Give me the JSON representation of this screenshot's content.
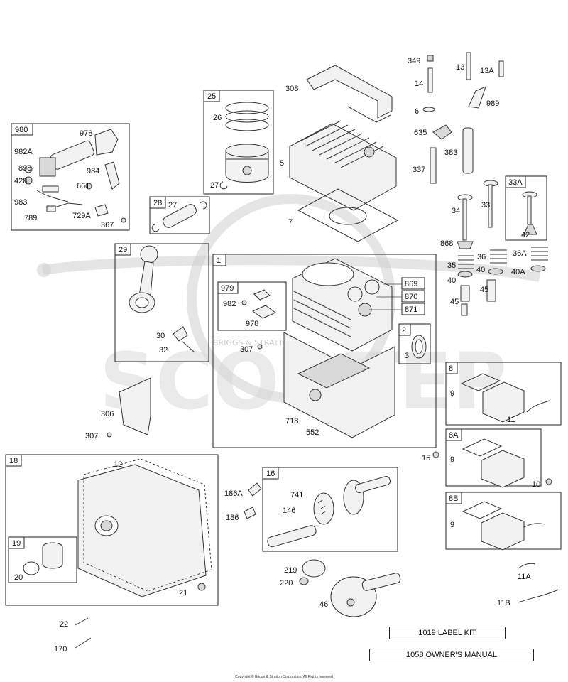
{
  "watermark": {
    "text": "SCOOTER",
    "subtext": "BRIGGS & STRATTON"
  },
  "kits": {
    "label_kit": "1019 LABEL KIT",
    "owners_manual": "1058 OWNER'S MANUAL"
  },
  "copyright": "Copyright © Briggs & Stratton Corporation. All Rights reserved",
  "groups": {
    "g980": "980",
    "g25": "25",
    "g28": "28",
    "g29": "29",
    "g1": "1",
    "g979": "979",
    "g2": "2",
    "g33A": "33A",
    "g8": "8",
    "g8A": "8A",
    "g8B": "8B",
    "g18": "18",
    "g19": "19",
    "g16": "16",
    "g869": "869",
    "g870": "870",
    "g871": "871"
  },
  "labels": {
    "p978a": "978",
    "p982A": "982A",
    "p898": "898",
    "p428": "428",
    "p984": "984",
    "p661": "661",
    "p983": "983",
    "p789": "789",
    "p729A": "729A",
    "p367": "367",
    "p26": "26",
    "p27a": "27",
    "p27b": "27",
    "p308": "308",
    "p5": "5",
    "p7": "7",
    "p349": "349",
    "p14": "14",
    "p13": "13",
    "p13A": "13A",
    "p6": "6",
    "p989": "989",
    "p635": "635",
    "p383": "383",
    "p337": "337",
    "p34": "34",
    "p33": "33",
    "p42": "42",
    "p868": "868",
    "p36": "36",
    "p36A": "36A",
    "p35": "35",
    "p40a": "40",
    "p40b": "40",
    "p40A": "40A",
    "p45a": "45",
    "p45b": "45",
    "p30": "30",
    "p32": "32",
    "p982b": "982",
    "p978b": "978",
    "p307a": "307",
    "p3": "3",
    "p718": "718",
    "p552": "552",
    "p306": "306",
    "p307b": "307",
    "p9a": "9",
    "p11": "11",
    "p15": "15",
    "p9b": "9",
    "p10": "10",
    "p9c": "9",
    "p12": "12",
    "p186A": "186A",
    "p186": "186",
    "p741": "741",
    "p146": "146",
    "p20": "20",
    "p21": "21",
    "p219": "219",
    "p220": "220",
    "p46": "46",
    "p11A": "11A",
    "p11B": "11B",
    "p22": "22",
    "p170": "170"
  }
}
